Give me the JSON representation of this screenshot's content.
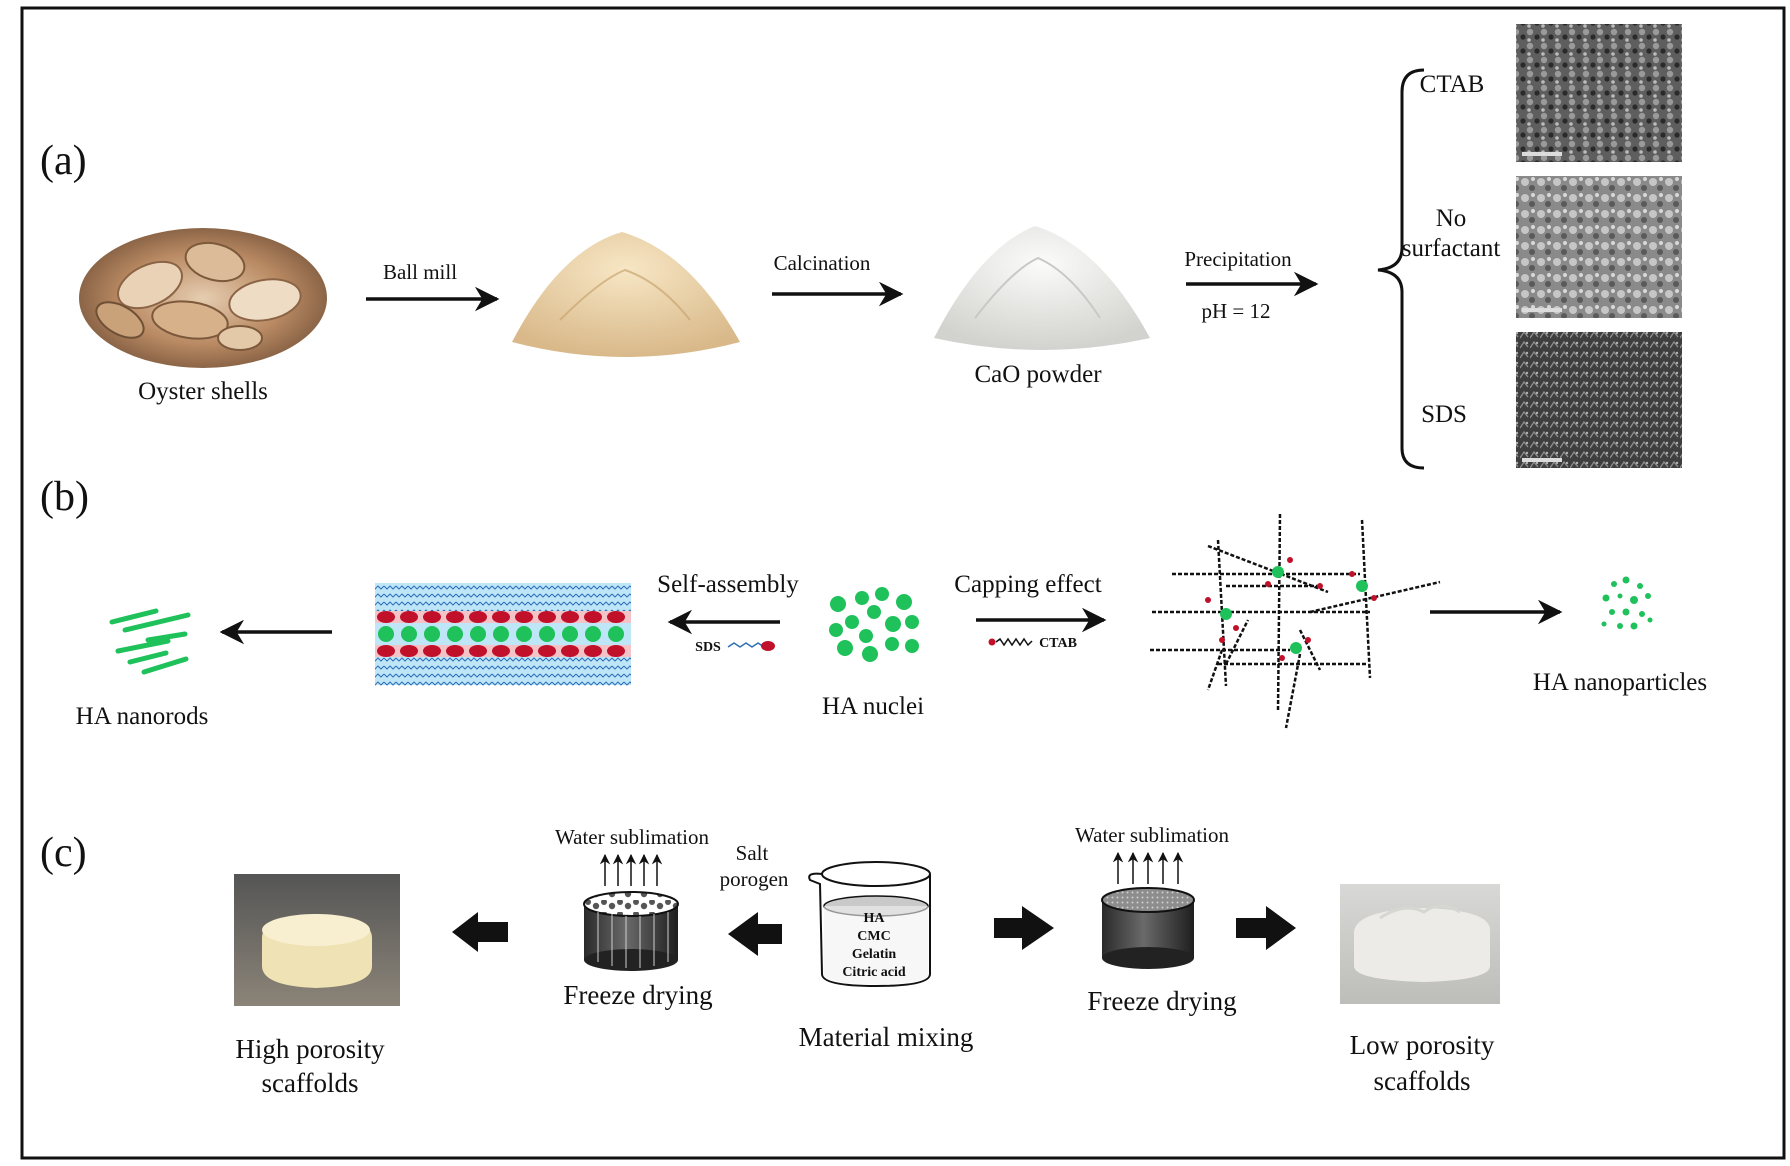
{
  "panels": {
    "a": {
      "label": "(a)",
      "oyster_shells": "Oyster shells",
      "ball_mill": "Ball mill",
      "calcination": "Calcination",
      "cao_powder": "CaO powder",
      "precipitation": "Precipitation",
      "ph": "pH = 12",
      "surfactants": [
        "CTAB",
        "No",
        "surfactant",
        "SDS"
      ]
    },
    "b": {
      "label": "(b)",
      "ha_nanorods": "HA nanorods",
      "self_assembly": "Self-assembly",
      "sds_tag": "SDS",
      "ha_nuclei": "HA nuclei",
      "capping_effect": "Capping effect",
      "ctab_tag": "CTAB",
      "ha_nanoparticles": "HA nanoparticles"
    },
    "c": {
      "label": "(c)",
      "high_porosity_1": "High porosity",
      "high_porosity_2": "scaffolds",
      "water_sublimation_left": "Water sublimation",
      "salt": "Salt",
      "porogen": "porogen",
      "freeze_drying_left": "Freeze drying",
      "beaker_contents": [
        "HA",
        "CMC",
        "Gelatin",
        "Citric acid"
      ],
      "material_mixing": "Material mixing",
      "water_sublimation_right": "Water sublimation",
      "freeze_drying_right": "Freeze drying",
      "low_porosity_1": "Low porosity",
      "low_porosity_2": "scaffolds"
    }
  },
  "colors": {
    "frame": "#111111",
    "arrow": "#111111",
    "nuclei_green": "#1ec15a",
    "sds_red": "#c0102a",
    "membrane_blue": "#bfe6f7",
    "shell_tan": "#c79a6e",
    "powder_beige": "#ead2a8",
    "cao_white": "#ededea",
    "sem_gray": "#6a6a6a",
    "scaffold_yellow": "#efe2b4",
    "scaffold_white": "#ecebe7"
  }
}
